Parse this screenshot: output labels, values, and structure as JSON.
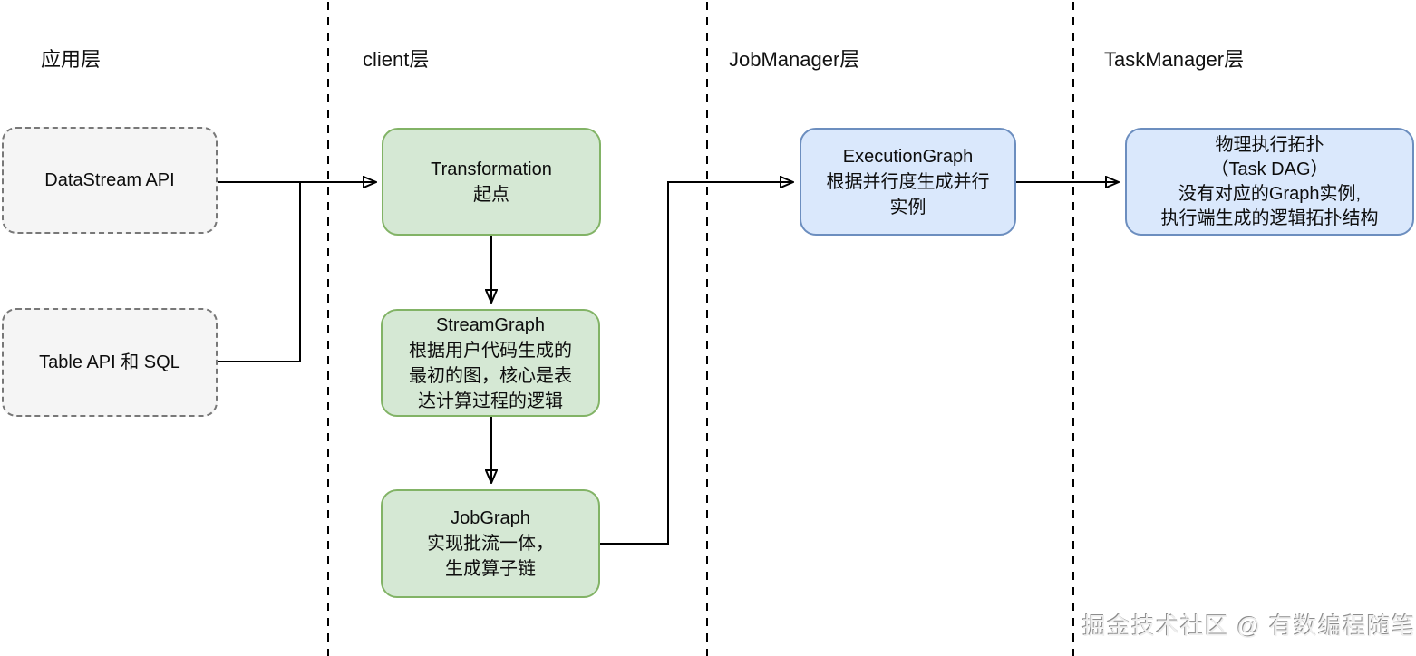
{
  "layers": {
    "application": {
      "label": "应用层"
    },
    "client": {
      "label": "client层"
    },
    "jobmanager": {
      "label": "JobManager层"
    },
    "taskmanager": {
      "label": "TaskManager层"
    }
  },
  "nodes": {
    "datastream_api": {
      "text": "DataStream API"
    },
    "table_api_sql": {
      "text": "Table API 和 SQL"
    },
    "transformation": {
      "text": "Transformation\n起点"
    },
    "streamgraph": {
      "text": "StreamGraph\n根据用户代码生成的\n最初的图，核心是表\n达计算过程的逻辑"
    },
    "jobgraph": {
      "text": "JobGraph\n实现批流一体，\n生成算子链"
    },
    "executiongraph": {
      "text": "ExecutionGraph\n根据并行度生成并行\n实例"
    },
    "physical_topology": {
      "text": "物理执行拓扑\n（Task DAG）\n没有对应的Graph实例,\n执行端生成的逻辑拓扑结构"
    }
  },
  "watermark": "掘金技术社区 @ 有数编程随笔",
  "colors": {
    "node_green_fill": "#d5e8d4",
    "node_green_border": "#82b366",
    "node_blue_fill": "#dae8fc",
    "node_blue_border": "#6c8ebf",
    "node_gray_fill": "#f5f5f5",
    "node_gray_border": "#787878",
    "connector": "#000000",
    "background": "#ffffff"
  }
}
